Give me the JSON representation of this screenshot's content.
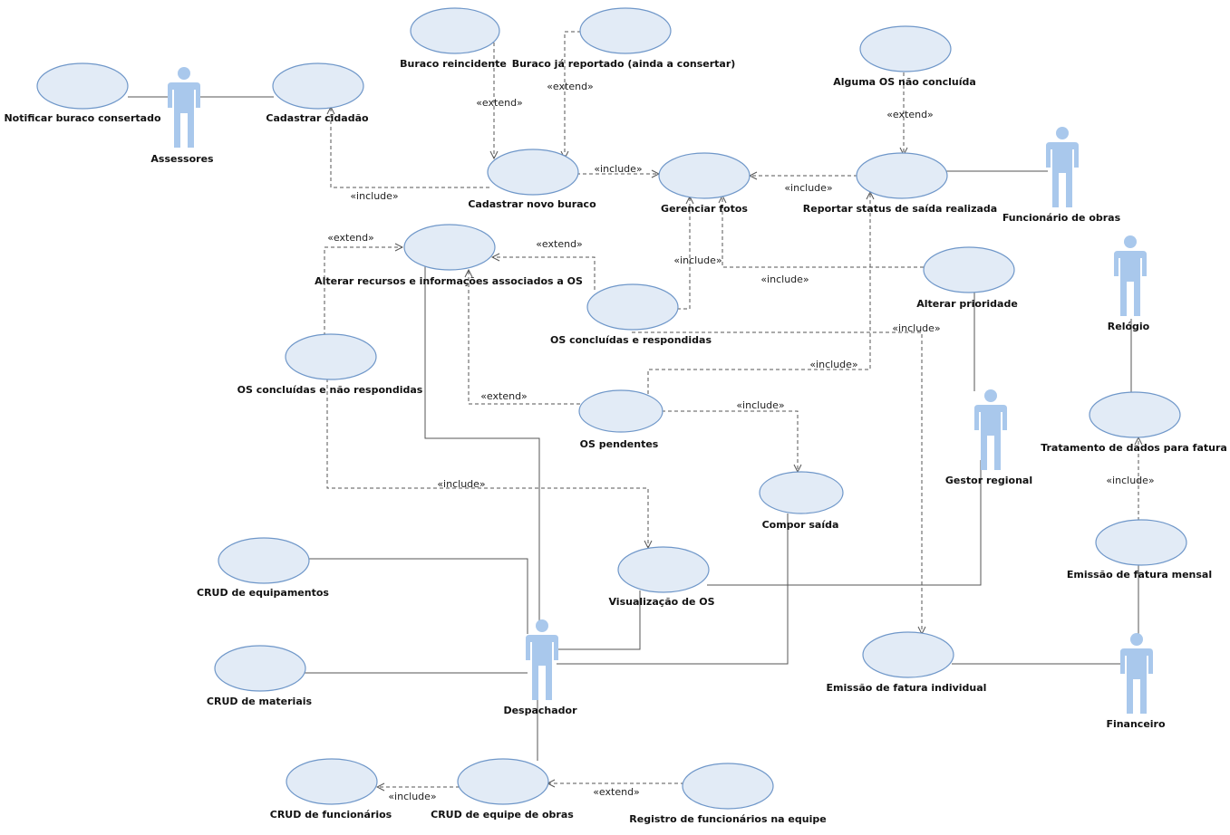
{
  "actors": {
    "assessores": "Assessores",
    "funcionario_obras": "Funcionário de obras",
    "relogio": "Relógio",
    "gestor_regional": "Gestor regional",
    "despachador": "Despachador",
    "financeiro": "Financeiro"
  },
  "use_cases": {
    "notificar_buraco": "Notificar buraco consertado",
    "cadastrar_cidadao": "Cadastrar cidadão",
    "buraco_reincidente": "Buraco reincidente",
    "buraco_ja_reportado": "Buraco já reportado (ainda a consertar)",
    "cadastrar_novo_buraco": "Cadastrar novo buraco",
    "gerenciar_fotos": "Gerenciar fotos",
    "alguma_os": "Alguma OS não concluída",
    "reportar_status": "Reportar status de saída realizada",
    "alterar_recursos": "Alterar recursos e informações associados a OS",
    "os_concluidas_respondidas": "OS concluídas e respondidas",
    "alterar_prioridade": "Alterar prioridade",
    "os_concluidas_nao_respondidas": "OS concluídas e não respondidas",
    "os_pendentes": "OS pendentes",
    "tratamento_dados": "Tratamento de dados para fatura",
    "compor_saida": "Compor saída",
    "crud_equipamentos": "CRUD de equipamentos",
    "visualizacao_os": "Visualização de OS",
    "emissao_fatura_mensal": "Emissão de fatura mensal",
    "crud_materiais": "CRUD de materiais",
    "emissao_fatura_individual": "Emissão de fatura individual",
    "crud_funcionarios": "CRUD de funcionários",
    "crud_equipe_obras": "CRUD de equipe de obras",
    "registro_funcionarios": "Registro de funcionários na equipe"
  },
  "stereotypes": {
    "include": "«include»",
    "extend": "«extend»"
  },
  "colors": {
    "use_case_fill": "#e2ebf6",
    "use_case_stroke": "#6f97c9",
    "actor_fill": "#a9c8ec",
    "line": "#555555"
  }
}
